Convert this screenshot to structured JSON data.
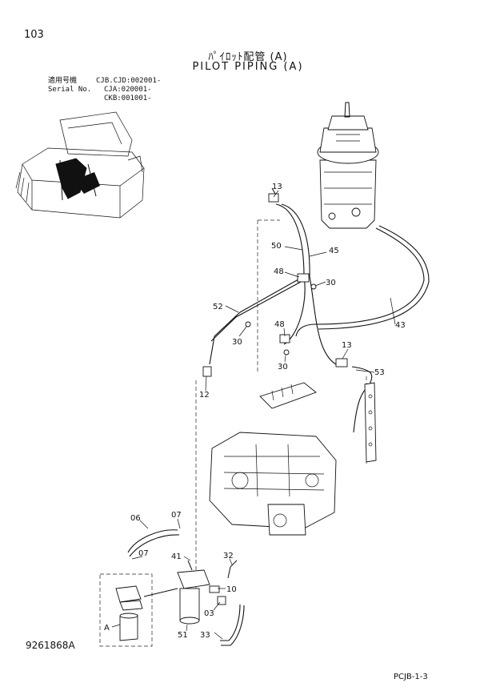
{
  "header": {
    "page_number": "103",
    "title_jp": "ﾊﾟｲﾛｯﾄ配管 (A)",
    "title_en": "PILOT PIPING (A)"
  },
  "serial_block": {
    "label_jp": "適用号機",
    "label_en": "Serial No.",
    "values": [
      "CJB.CJD:002001-",
      "CJA:020001-",
      "CKB:001001-"
    ]
  },
  "callouts": {
    "c13a": "13",
    "c50": "50",
    "c45": "45",
    "c48a": "48",
    "c30a": "30",
    "c52": "52",
    "c43": "43",
    "c48b": "48",
    "c30b": "30",
    "c13b": "13",
    "c30c": "30",
    "c53": "53",
    "c12": "12",
    "c06": "06",
    "c07a": "07",
    "c07b": "07",
    "c41": "41",
    "c32": "32",
    "c10": "10",
    "c03": "03",
    "c51": "51",
    "c33": "33",
    "cA": "A"
  },
  "footer": {
    "doc_code": "9261868A",
    "page_code": "PCJB-1-3"
  }
}
